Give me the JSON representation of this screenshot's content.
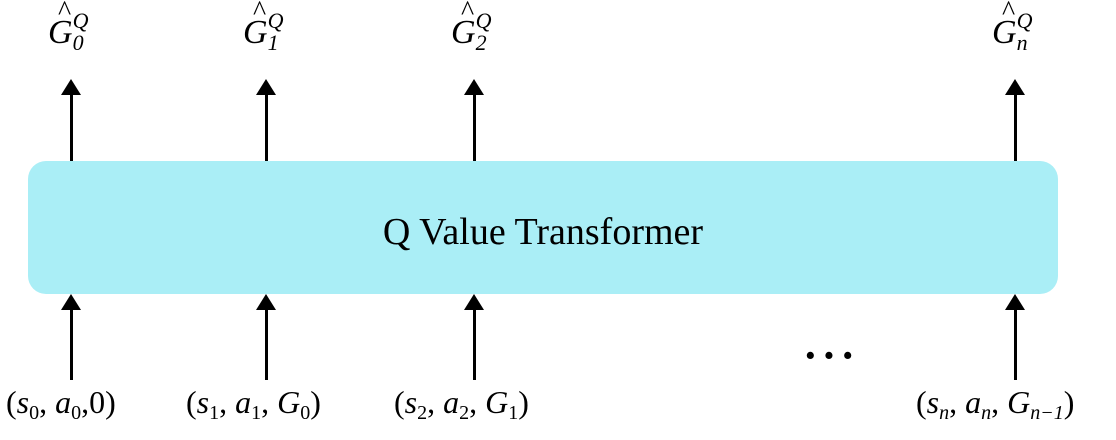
{
  "diagram": {
    "block_label": "Q Value Transformer",
    "block_color": "#aaeef6",
    "outputs": [
      {
        "base": "G",
        "hat": "^",
        "sup": "Q",
        "sub": "0"
      },
      {
        "base": "G",
        "hat": "^",
        "sup": "Q",
        "sub": "1"
      },
      {
        "base": "G",
        "hat": "^",
        "sup": "Q",
        "sub": "2"
      },
      {
        "base": "G",
        "hat": "^",
        "sup": "Q",
        "sub": "n"
      }
    ],
    "inputs": [
      {
        "s_sub": "0",
        "a_sub": "0",
        "third": "0"
      },
      {
        "s_sub": "1",
        "a_sub": "1",
        "third": "G",
        "third_sub": "0"
      },
      {
        "s_sub": "2",
        "a_sub": "2",
        "third": "G",
        "third_sub": "1"
      },
      {
        "s_sub": "n",
        "a_sub": "n",
        "third": "G",
        "third_sub": "n−1"
      }
    ],
    "ellipsis": "···"
  }
}
